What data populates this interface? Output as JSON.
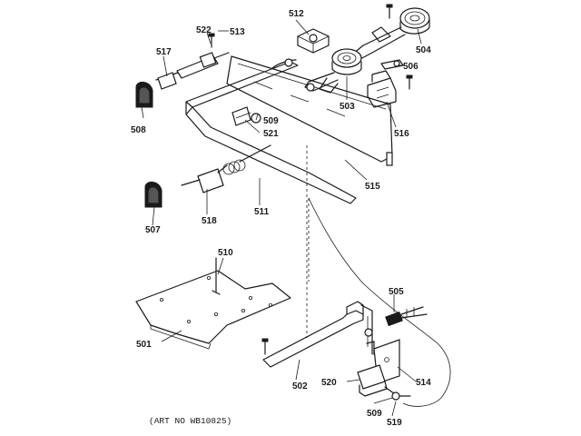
{
  "diagram": {
    "art_number": "(ART NO WB10825)",
    "callouts": {
      "c501": "501",
      "c502": "502",
      "c503": "503",
      "c504": "504",
      "c505": "505",
      "c506": "506",
      "c507": "507",
      "c508": "508",
      "c509a": "509",
      "c509b": "509",
      "c510": "510",
      "c511": "511",
      "c512": "512",
      "c513": "513",
      "c514": "514",
      "c515": "515",
      "c516": "516",
      "c517": "517",
      "c518": "518",
      "c519": "519",
      "c520": "520",
      "c521": "521",
      "c522": "522"
    }
  }
}
